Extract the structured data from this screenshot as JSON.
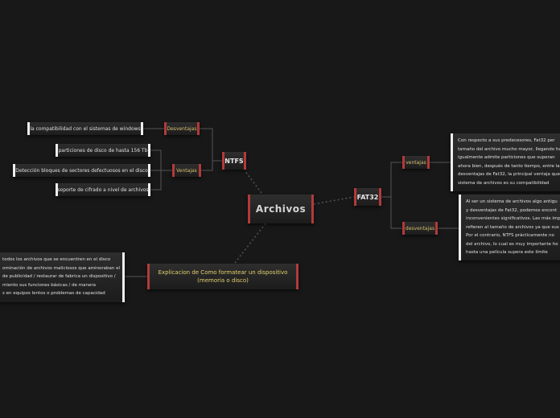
{
  "root": {
    "label": "Archivos"
  },
  "ntfs": {
    "label": "NTFS",
    "desventajas": {
      "label": "Desventajas",
      "items": [
        "la compatibilidad con el sistemas de windows"
      ]
    },
    "ventajas": {
      "label": "Ventajas",
      "items": [
        "particiones de disco de hasta 156 Tb",
        "Detección bloques de sectores defectuosos en el disco",
        "soporte de cifrado a nivel de archivos"
      ]
    }
  },
  "fat32": {
    "label": "FAT32",
    "ventajas": {
      "label": "ventajas",
      "text_lines": [
        "Con respecto a sus predecesores, Fat32 per",
        "tamaño del archivo mucho mayor, llegando has",
        "igualmente admite particiones que superan",
        "ahora bien, después de tanto tiempo, entre la",
        "desventajas de Fat32, la principal ventaja que",
        "sistema de archivos es su compatibilidad"
      ]
    },
    "desventajas": {
      "label": "desventajas",
      "text_lines": [
        "Al ser un sistema de archivos algo antigu",
        "y desventajas de Fat32, podemos encont",
        "inconvenientes significativos. Las más impo",
        "refieren al tamaño de archivos ya que sus",
        "Por el contrario, NTFS prácticamente no",
        "del archivo, lo cual es muy importante ho",
        "hasta una película supera este límite"
      ]
    }
  },
  "explicacion": {
    "label_lines": [
      "Explicacion de Como formatear un dispositivo",
      "(memoria o disco)"
    ],
    "text_lines": [
      "todos los archivos que se encuentren en el disco",
      "ominación de archivos maliciosos que aminoraban el",
      "de publicidad / restaurar de fabrica un dispositivo /",
      "miento sus funciones básicas / de manera",
      "s en equipos lentos o problemas de capacidad"
    ]
  },
  "colors": {
    "border_red": "#b23a3a",
    "border_white": "#eeeeee",
    "connector": "#555555",
    "accent_yellow": "#e6d06a"
  }
}
